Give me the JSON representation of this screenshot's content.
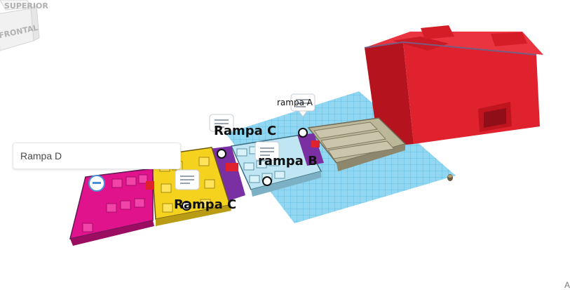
{
  "view_cube": {
    "top_face": "SUPERIOR",
    "front_face": "FRONTAL"
  },
  "labels": {
    "rampa_a": "rampa A",
    "rampa_c_top": "Rampa C",
    "rampa_b": "rampa B",
    "rampa_c_bottom": "Rampa C"
  },
  "note_panel": {
    "text": "Rampa D"
  },
  "corner": {
    "text": "A"
  },
  "colors": {
    "workplane": "#5cc3ee",
    "red_part": "#e0212e",
    "magenta": "#e0138c",
    "yellow": "#f5d21e",
    "purple": "#7a2fa3",
    "light_blue": "#bfe6f2",
    "khaki": "#bdb79a"
  }
}
